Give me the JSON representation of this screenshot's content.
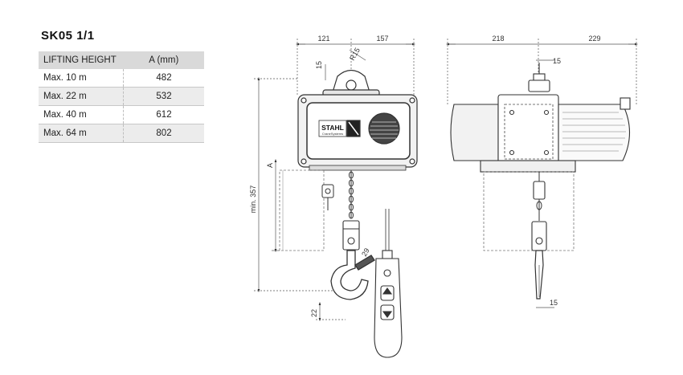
{
  "title": "SK05 1/1",
  "table": {
    "headers": [
      "LIFTING HEIGHT",
      "A (mm)"
    ],
    "rows": [
      {
        "height": "Max. 10 m",
        "a": "482"
      },
      {
        "height": "Max. 22 m",
        "a": "532"
      },
      {
        "height": "Max. 40 m",
        "a": "612"
      },
      {
        "height": "Max. 64 m",
        "a": "802"
      }
    ]
  },
  "front_view": {
    "dim_left_width": "121",
    "dim_right_width": "157",
    "dim_hook_top": "15",
    "dim_radius": "R15",
    "dim_A": "A",
    "dim_min_height": "min. 357",
    "dim_hook_opening": "29",
    "dim_hook_bottom": "22",
    "brand": "STAHL",
    "brand_sub": "CraneSystems"
  },
  "side_view": {
    "dim_left_width": "218",
    "dim_right_width": "229",
    "dim_top": "15",
    "dim_bottom": "15"
  }
}
